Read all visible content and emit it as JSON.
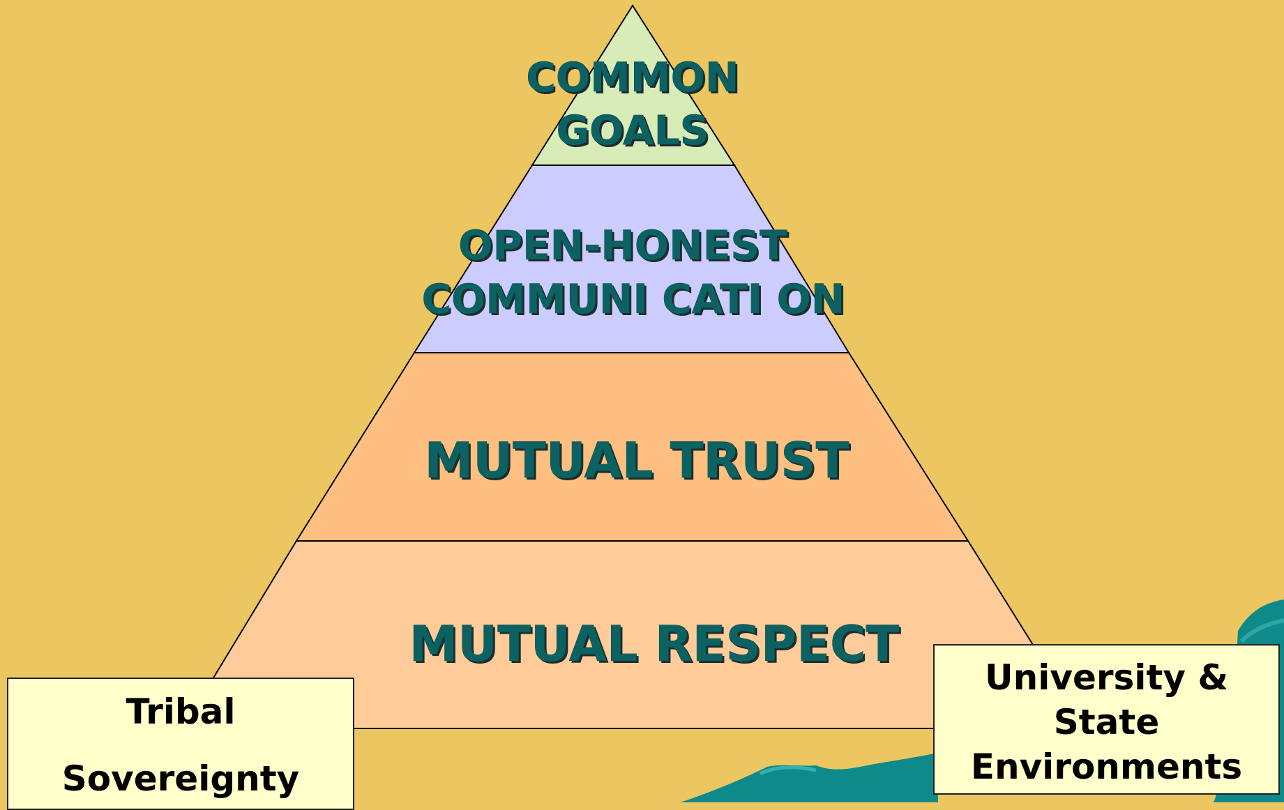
{
  "pyramid": {
    "top": "COMMON GOALS",
    "top_line1": "COMMON",
    "top_line2": "GOALS",
    "second": "OPEN-HONEST COMMUNICATION",
    "second_line1": "OPEN-HONEST",
    "second_line2": "COMMUNI CATI ON",
    "third": "MUTUAL TRUST",
    "base": "MUTUAL RESPECT"
  },
  "left_box": {
    "line1": "Tribal",
    "line2": "Sovereignty"
  },
  "right_box": {
    "line1": "University &",
    "line2": "State",
    "line3": "Environments"
  },
  "colors": {
    "background": "#ecc660",
    "top_layer": "#d8ecb8",
    "second_layer": "#ccccff",
    "third_layer": "#ffbf80",
    "base_layer": "#ffcc99",
    "label_text": "#0c6262",
    "box_fill": "#ffffcc",
    "decor_teal": "#0f8a8a"
  }
}
